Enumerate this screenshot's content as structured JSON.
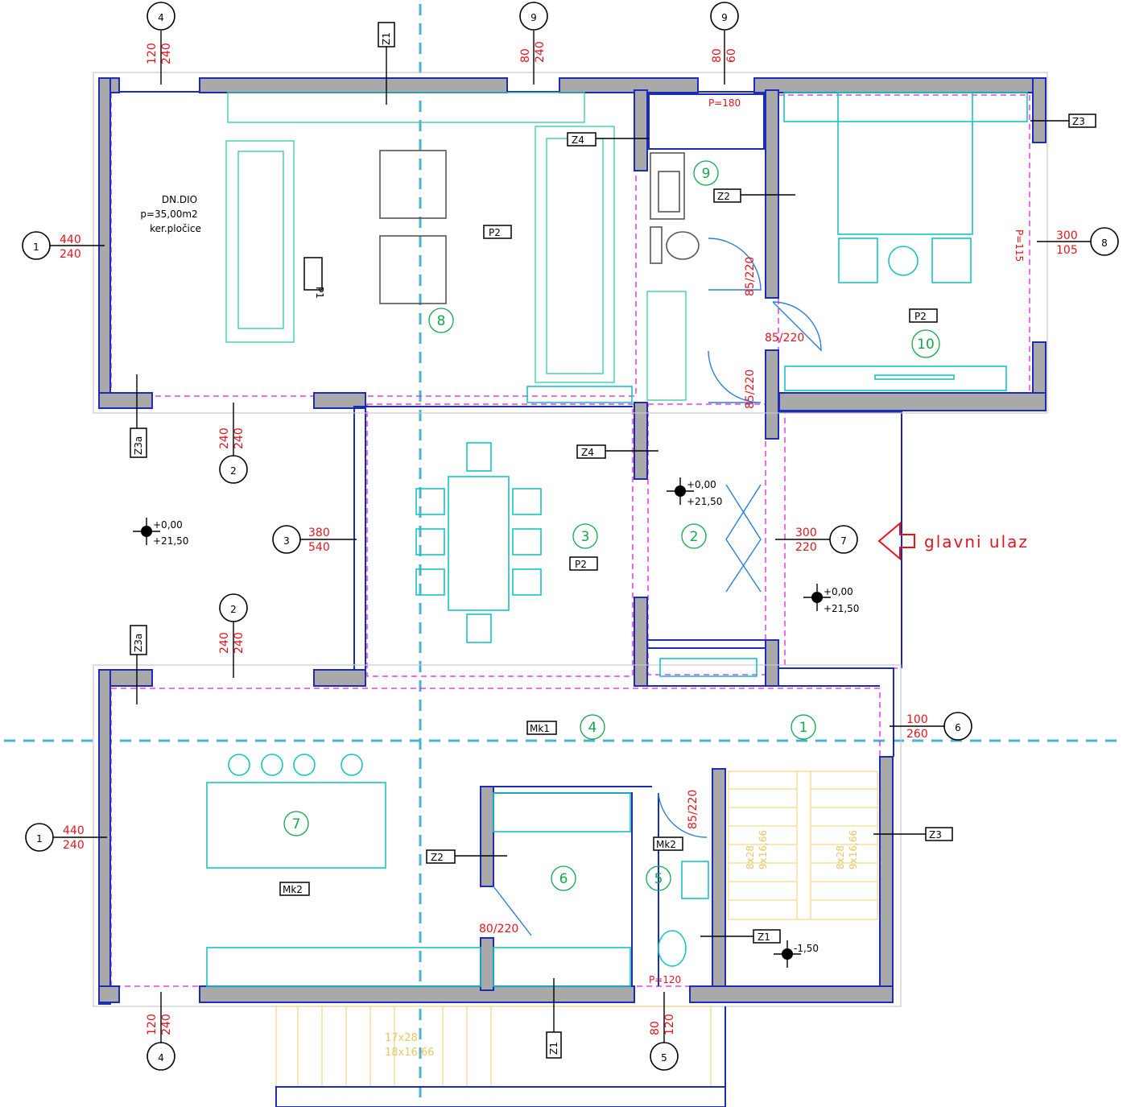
{
  "main_entrance": {
    "label": "glavni ulaz",
    "arrow_icon": "entrance-arrow-icon"
  },
  "living_area_info": {
    "name": "DN.DIO",
    "area": "p=35,00m2",
    "floor": "ker.pločice"
  },
  "grid_markers": [
    {
      "id": "4",
      "dim_top": "120",
      "dim_bottom": "240"
    },
    {
      "id": "9",
      "dim_top": "80",
      "dim_bottom": "240"
    },
    {
      "id": "9",
      "dim_top": "80",
      "dim_bottom": "60"
    },
    {
      "id": "1",
      "dim_top": "440",
      "dim_bottom": "240"
    },
    {
      "id": "8",
      "dim_top": "300",
      "dim_bottom": "105"
    },
    {
      "id": "2",
      "dim_top": "240",
      "dim_bottom": "240"
    },
    {
      "id": "3",
      "dim_top": "380",
      "dim_bottom": "540"
    },
    {
      "id": "2",
      "dim_top": "240",
      "dim_bottom": "240"
    },
    {
      "id": "7",
      "dim_top": "300",
      "dim_bottom": "220"
    },
    {
      "id": "6",
      "dim_top": "100",
      "dim_bottom": "260"
    },
    {
      "id": "1",
      "dim_top": "440",
      "dim_bottom": "240"
    },
    {
      "id": "4",
      "dim_top": "120",
      "dim_bottom": "240"
    },
    {
      "id": "5",
      "dim_top": "80",
      "dim_bottom": "120"
    }
  ],
  "room_numbers": [
    "8",
    "9",
    "10",
    "3",
    "2",
    "4",
    "1",
    "7",
    "6",
    "5"
  ],
  "tags": {
    "z1": "Z1",
    "z2": "Z2",
    "z3": "Z3",
    "z4": "Z4",
    "z3a": "Z3a",
    "p1": "P1",
    "p2": "P2",
    "mk1": "Mk1",
    "mk2": "Mk2"
  },
  "door_labels": {
    "d85_220": "85/220",
    "d80_220": "80/220"
  },
  "window_parapets": {
    "p180": "P=180",
    "p115": "P=115",
    "p120": "P=120"
  },
  "levels": {
    "zero": "+0,00",
    "abs": "+21,50",
    "minus": "-1,50"
  },
  "stair_labels": {
    "s1": "8x28",
    "s2": "9x16,66",
    "s3": "17x28",
    "s4": "18x16,66"
  },
  "colors": {
    "walls": "#a9a9a9",
    "wall_outline": "#1c2cb5",
    "dimensions": "#e0161c",
    "room_numbers": "#11a84a",
    "furniture": "#16c4c4",
    "room_boundary": "#e01ee0",
    "axis": "#4ab3cf",
    "stairs": "#f3d98a"
  }
}
